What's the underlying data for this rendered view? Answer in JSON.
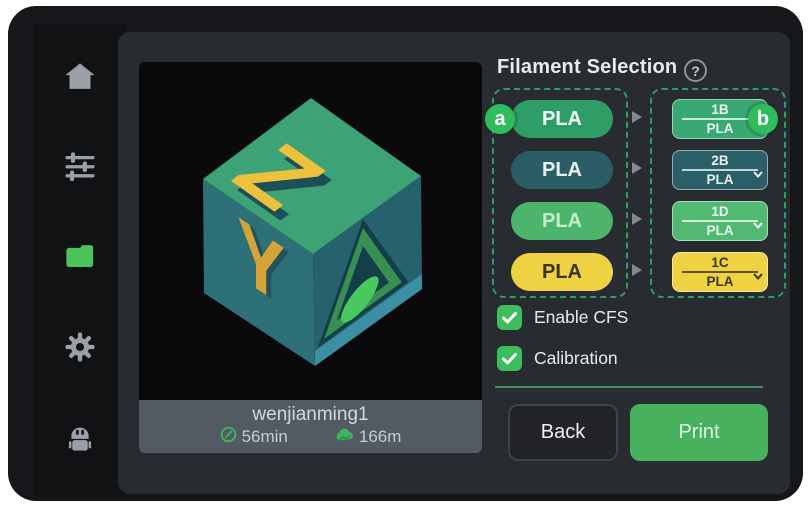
{
  "sidebar": {
    "items": [
      {
        "name": "home",
        "icon": "home-icon",
        "active": false
      },
      {
        "name": "adjustments",
        "icon": "sliders-icon",
        "active": false
      },
      {
        "name": "files",
        "icon": "folder-icon",
        "active": true
      },
      {
        "name": "settings",
        "icon": "gear-icon",
        "active": false
      },
      {
        "name": "assistant",
        "icon": "robot-icon",
        "active": false
      }
    ],
    "active_color": "#4cc35a",
    "inactive_color": "#9aa0a8"
  },
  "preview": {
    "model_name": "wenjianming1",
    "print_time": "56min",
    "filament_used": "166m",
    "time_icon": "clock-icon",
    "filament_icon": "filament-spool-icon"
  },
  "filament_selection": {
    "title": "Filament Selection",
    "help_label": "?",
    "annotation_a": "a",
    "annotation_b": "b",
    "rows": [
      {
        "source": "PLA",
        "source_color": "#2f9e66",
        "source_text": "#f3fbf6",
        "slot": "1B",
        "material": "PLA",
        "slot_color": "#3aa873",
        "slot_text": "#eef9f2"
      },
      {
        "source": "PLA",
        "source_color": "#2a5d66",
        "source_text": "#e9f3f4",
        "slot": "2B",
        "material": "PLA",
        "slot_color": "#2b5f68",
        "slot_text": "#e9f3f4"
      },
      {
        "source": "PLA",
        "source_color": "#4db56b",
        "source_text": "#c5eecd",
        "slot": "1D",
        "material": "PLA",
        "slot_color": "#52b973",
        "slot_text": "#eef9f1"
      },
      {
        "source": "PLA",
        "source_color": "#eed242",
        "source_text": "#3a3517",
        "slot": "1C",
        "material": "PLA",
        "slot_color": "#eed242",
        "slot_text": "#3a3517"
      }
    ]
  },
  "options": [
    {
      "label": "Enable CFS",
      "checked": true
    },
    {
      "label": "Calibration",
      "checked": true
    }
  ],
  "actions": {
    "back": "Back",
    "print": "Print"
  },
  "colors": {
    "badge": "#2fbc5c",
    "checkbox": "#3ebd5f",
    "print_button": "#47b15e",
    "dashed_border": "#2f9e63",
    "divider": "#3d8e66",
    "accent_green": "#3fb45f",
    "arrow": "#83888f"
  }
}
